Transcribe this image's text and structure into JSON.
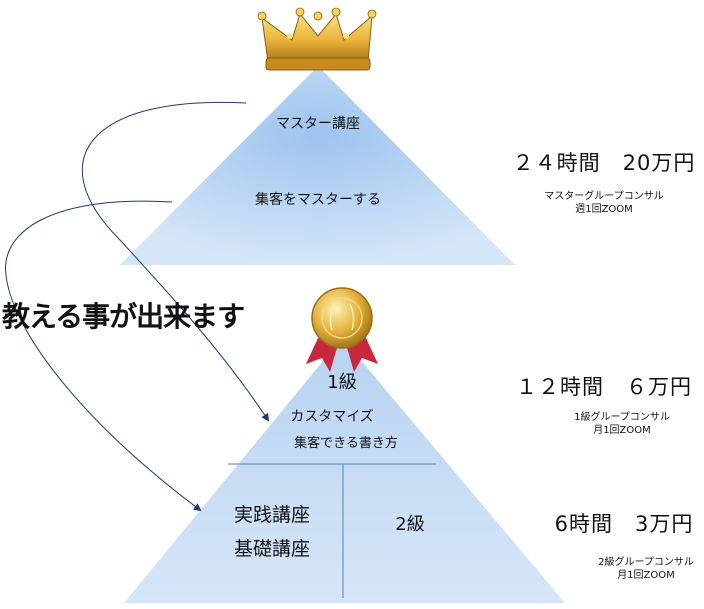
{
  "top_tier": {
    "title": "マスター講座",
    "subtitle": "集客をマスターする",
    "price": "２４時間　20万円",
    "note_lines": [
      "マスターグループコンサル",
      "週1回ZOOM"
    ]
  },
  "middle_tier": {
    "title": "1級",
    "subtitle_1": "カスタマイズ",
    "subtitle_2": "集客できる書き方",
    "price": "１２時間　６万円",
    "note_lines": [
      "1級グループコンサル",
      "月1回ZOOM"
    ]
  },
  "bottom_tier": {
    "left_line_1": "実践講座",
    "left_line_2": "基礎講座",
    "right_label": "2級",
    "price": "6時間　3万円",
    "note_lines": [
      "2級グループコンサル",
      "月1回ZOOM"
    ]
  },
  "side_label": "教える事が出来ます",
  "icons": {
    "top": "crown-icon",
    "middle": "gold-medal-icon"
  },
  "colors": {
    "pyramid_light": "#c3daf5",
    "pyramid_center": "#9ec3ee",
    "arrow": "#1f3a6b",
    "crown_gold": "#e9b23a",
    "medal_gold": "#e3b23c",
    "ribbon_red": "#c8283c"
  }
}
